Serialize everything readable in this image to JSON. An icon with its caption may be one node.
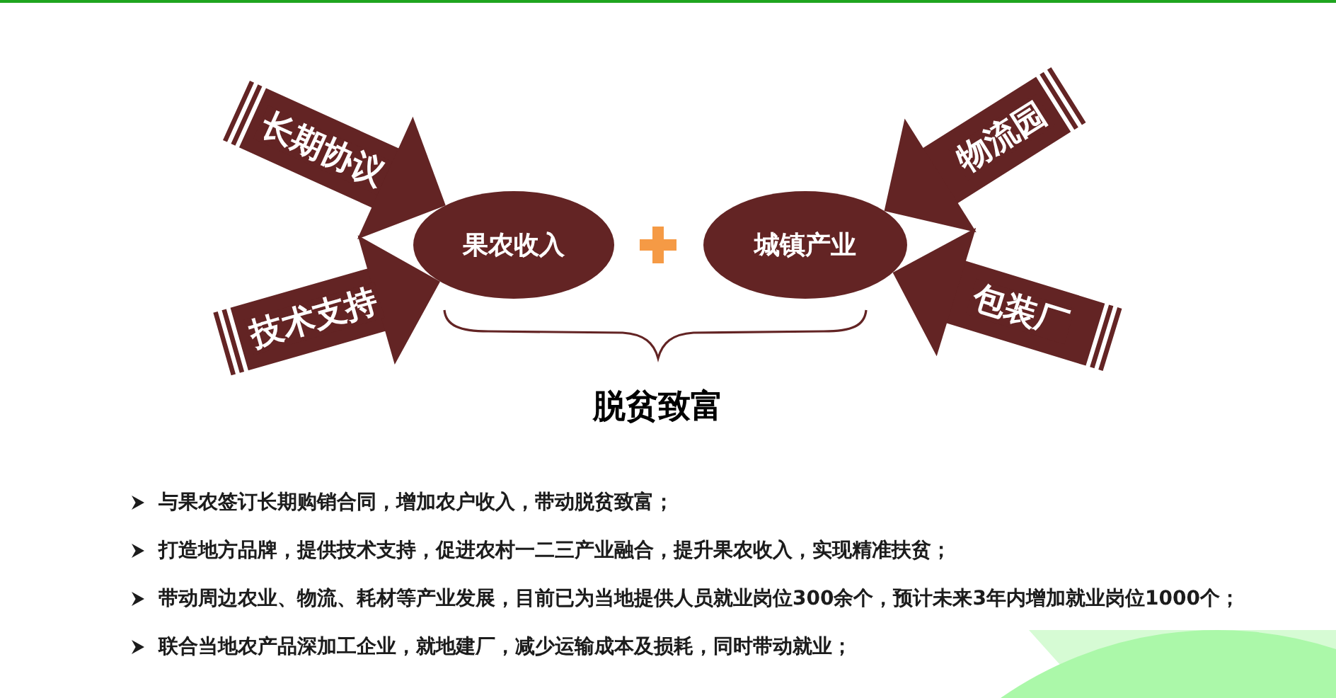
{
  "diagram": {
    "nodes": [
      {
        "text": [
          "果农收入"
        ]
      },
      {
        "text": [
          "城镇产业"
        ]
      }
    ],
    "edges": [
      {
        "from": null,
        "to": 0,
        "arrow": "to",
        "label": "长期协议"
      },
      {
        "from": null,
        "to": 0,
        "arrow": "to",
        "label": "技术支持"
      },
      {
        "from": null,
        "to": 1,
        "arrow": "to",
        "label": "物流园"
      },
      {
        "from": null,
        "to": 1,
        "arrow": "to",
        "label": "包装厂"
      }
    ],
    "labels": [
      "脱贫致富",
      "与果农签订长期购销合同，增加农户收入，带动脱贫致富；",
      "打造地方品牌，提供技术支持，促进农村一二三产业融合，提升果农收入，实现精准扶贫；",
      "带动周边农业、物流、耗材等产业发展，目前已为当地提供人员就业岗位300余个，预计未来3年内增加就业岗位1000个；",
      "联合当地农产品深加工企业，就地建厂，减少运输成本及损耗，同时带动就业；"
    ]
  }
}
